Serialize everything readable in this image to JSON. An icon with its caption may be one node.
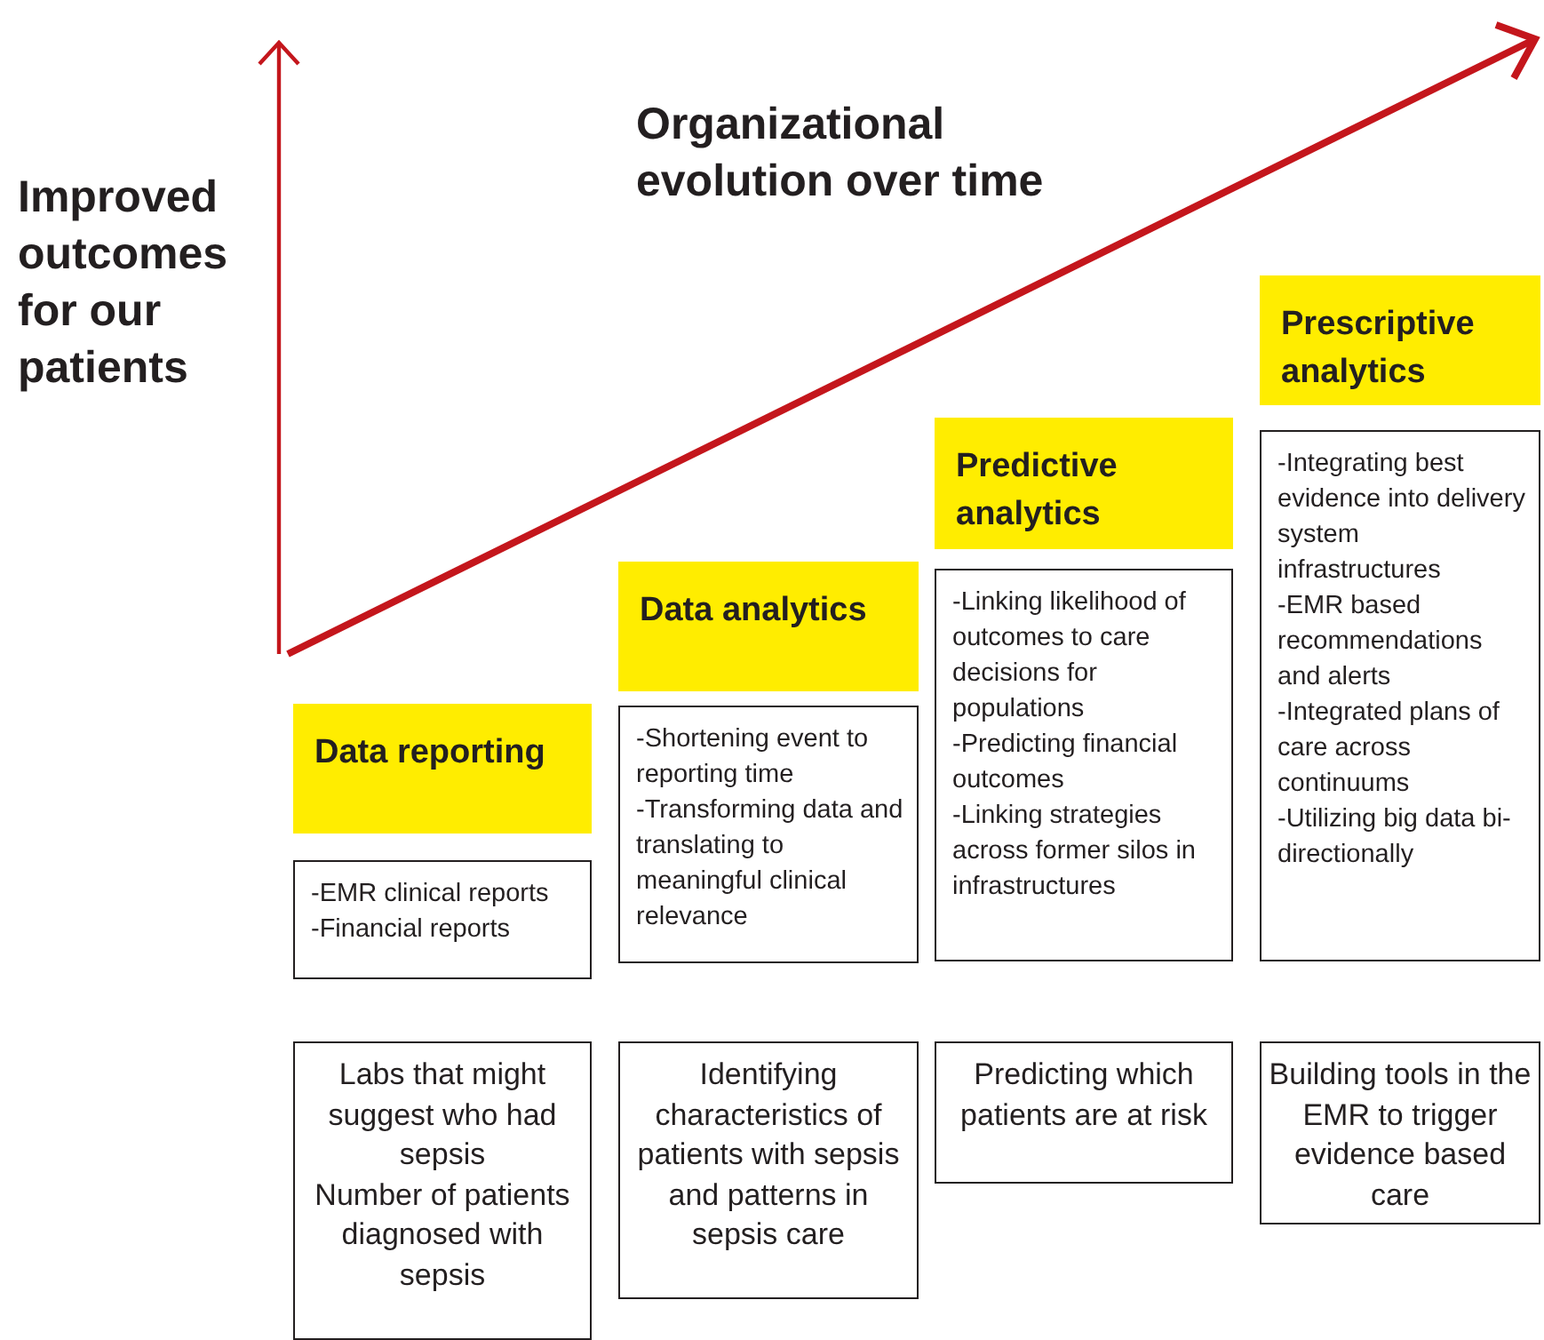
{
  "diagram": {
    "nodes": [
      {
        "text": [
          "Data reporting"
        ]
      },
      {
        "text": [
          "-EMR clinical reports",
          "-Financial reports"
        ]
      },
      {
        "text": [
          "Labs that might suggest who had sepsis",
          "Number of patients diagnosed with sepsis"
        ]
      },
      {
        "text": [
          "Data analytics"
        ]
      },
      {
        "text": [
          "-Shortening event to reporting time",
          "-Transforming data and translating to meaningful clinical relevance"
        ]
      },
      {
        "text": [
          "Identifying characteristics of patients with sepsis and patterns in sepsis care"
        ]
      },
      {
        "text": [
          "Predictive analytics"
        ]
      },
      {
        "text": [
          "-Linking likelihood of outcomes to care decisions for populations",
          "-Predicting financial outcomes",
          "-Linking strategies across former silos in infrastructures"
        ]
      },
      {
        "text": [
          "Predicting which patients are at risk"
        ]
      },
      {
        "text": [
          "Prescriptive analytics"
        ]
      },
      {
        "text": [
          "-Integrating best evidence into delivery system infrastructures",
          "-EMR based recommendations and alerts",
          "-Integrated plans of care across continuums",
          "-Utilizing big data bi-directionally"
        ]
      },
      {
        "text": [
          "Building tools in the EMR to trigger evidence based care"
        ]
      }
    ],
    "labels": [
      "Improved outcomes for our patients",
      "Organizational evolution over time"
    ]
  }
}
